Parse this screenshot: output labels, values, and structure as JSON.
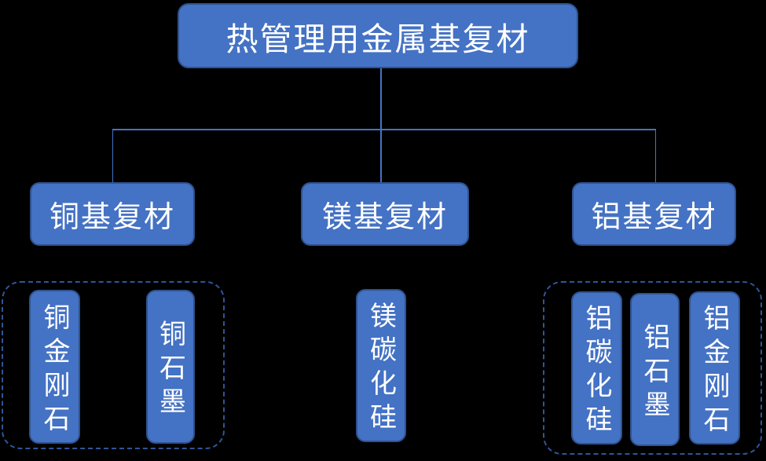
{
  "diagram": {
    "type": "tree",
    "background_color": "#000000",
    "colors": {
      "node_fill": "#4472C4",
      "node_border": "#2F528F",
      "connector": "#4472C4",
      "group_dashed_border": "#2F5597",
      "text": "#FFFFFF"
    },
    "tree": {
      "root": {
        "label": "热管理用金属基复材"
      },
      "branches": [
        {
          "label": "铜基复材",
          "children_grouped": true,
          "children": [
            {
              "label": "铜金刚石"
            },
            {
              "label": "铜石墨"
            }
          ]
        },
        {
          "label": "镁基复材",
          "children_grouped": false,
          "children": [
            {
              "label": "镁碳化硅"
            }
          ]
        },
        {
          "label": "铝基复材",
          "children_grouped": true,
          "children": [
            {
              "label": "铝碳化硅"
            },
            {
              "label": "铝石墨"
            },
            {
              "label": "铝金刚石"
            }
          ]
        }
      ]
    }
  }
}
